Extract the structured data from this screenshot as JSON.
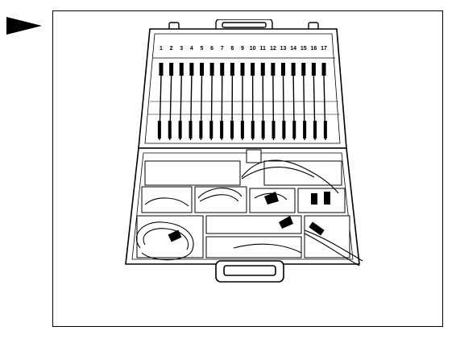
{
  "pointer": {
    "icon": "right-triangle-arrow-icon",
    "color": "#000000"
  },
  "figure": {
    "subject": "test-lead-kit-case-icon",
    "slot_numbers": [
      "1",
      "2",
      "3",
      "4",
      "5",
      "6",
      "7",
      "8",
      "9",
      "10",
      "11",
      "12",
      "13",
      "14",
      "15",
      "16",
      "17"
    ]
  }
}
